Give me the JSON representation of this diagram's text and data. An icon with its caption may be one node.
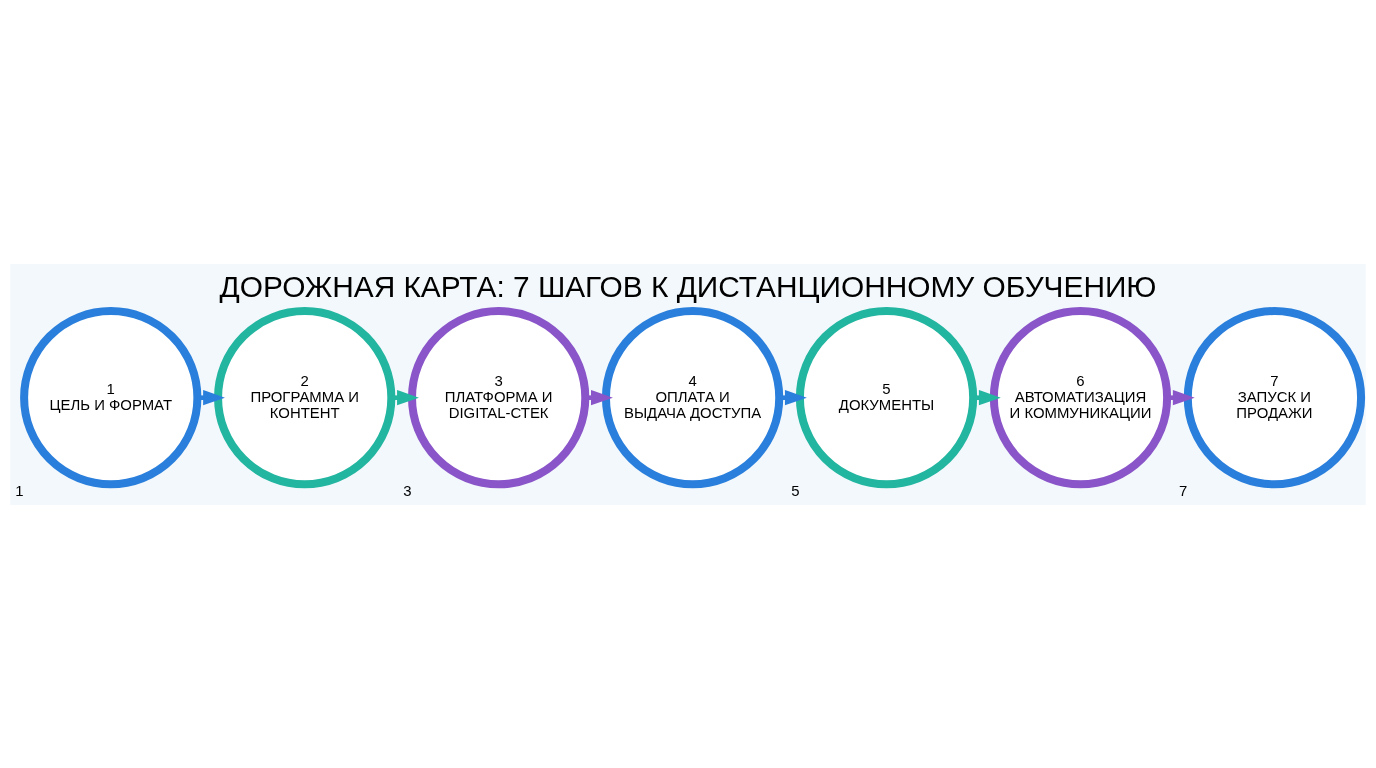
{
  "diagram": {
    "title": "ДОРОЖНАЯ КАРТА: 7 ШАГОВ К ДИСТАНЦИОННОМУ ОБУЧЕНИЮ",
    "nodes": [
      {
        "text": [
          "1",
          "ЦЕЛЬ И ФОРМАТ"
        ],
        "beside": [
          "1"
        ]
      },
      {
        "text": [
          "2",
          "ПРОГРАММА И КОНТЕНТ"
        ]
      },
      {
        "text": [
          "3",
          "ПЛАТФОРМА И DIGITAL-СТЕК"
        ],
        "beside": [
          "3"
        ]
      },
      {
        "text": [
          "4",
          "ОПЛАТА И ВЫДАЧА ДОСТУПА"
        ]
      },
      {
        "text": [
          "5",
          "ДОКУМЕНТЫ"
        ],
        "beside": [
          "5"
        ]
      },
      {
        "text": [
          "6",
          "АВТОМАТИЗАЦИЯ И КОММУНИКАЦИИ"
        ]
      },
      {
        "text": [
          "7",
          "ЗАПУСК И ПРОДАЖИ"
        ],
        "beside": [
          "7"
        ]
      }
    ],
    "edges": [
      {
        "from": 0,
        "to": 1,
        "arrow": "to",
        "color": "#2a7fdc"
      },
      {
        "from": 1,
        "to": 2,
        "arrow": "to",
        "color": "#22b5a0"
      },
      {
        "from": 2,
        "to": 3,
        "arrow": "to",
        "color": "#8a55c8"
      },
      {
        "from": 3,
        "to": 4,
        "arrow": "to",
        "color": "#2a7fdc"
      },
      {
        "from": 4,
        "to": 5,
        "arrow": "to",
        "color": "#22b5a0"
      },
      {
        "from": 5,
        "to": 6,
        "arrow": "to",
        "color": "#8a55c8"
      }
    ]
  }
}
